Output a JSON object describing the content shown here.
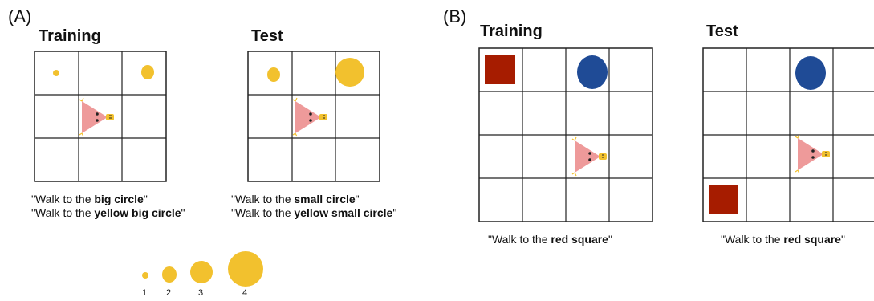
{
  "panel_a": {
    "label": "(A)",
    "training": {
      "title": "Training",
      "captions": [
        {
          "pre": "\"Walk to the ",
          "bold": "big circle",
          "post": "\""
        },
        {
          "pre": "\"Walk to the ",
          "bold": "yellow big circle",
          "post": "\""
        }
      ]
    },
    "test": {
      "title": "Test",
      "captions": [
        {
          "pre": "\"Walk to the ",
          "bold": "small circle",
          "post": "\""
        },
        {
          "pre": "\"Walk to the ",
          "bold": "yellow small circle",
          "post": "\""
        }
      ]
    },
    "size_legend": [
      "1",
      "2",
      "3",
      "4"
    ]
  },
  "panel_b": {
    "label": "(B)",
    "training": {
      "title": "Training",
      "caption": {
        "pre": "\"Walk to the ",
        "bold": "red square",
        "post": "\""
      }
    },
    "test": {
      "title": "Test",
      "caption": {
        "pre": "\"Walk to the ",
        "bold": "red square",
        "post": "\""
      }
    }
  },
  "colors": {
    "yellow": "#f2c12e",
    "red": "#a61c00",
    "blue": "#1f4b96",
    "agent_pink": "#ee9a9a",
    "grid": "#222222"
  }
}
